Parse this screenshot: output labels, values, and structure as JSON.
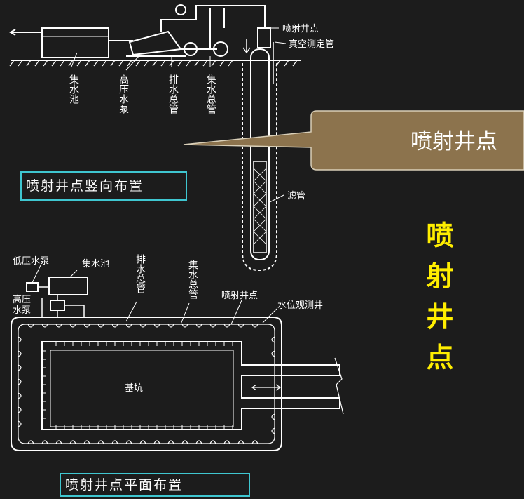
{
  "vertical": {
    "caption": "喷射井点竖向布置",
    "labels": {
      "jet_point": "喷射井点",
      "vacuum_pipe": "真空测定管",
      "sump": "集水池",
      "hp_pump": "高压水泵",
      "drain_main": "排水总管",
      "collect_main": "集水总管",
      "filter": "滤管"
    }
  },
  "plan": {
    "caption": "喷射井点平面布置",
    "labels": {
      "lp_pump": "低压水泵",
      "sump": "集水池",
      "hp_pump": "高压水泵",
      "drain_main": "排水总管",
      "collect_main": "集水总管",
      "jet_point": "喷射井点",
      "obs_well": "水位观测井",
      "pit": "基坑"
    }
  },
  "callout": {
    "text": "喷射井点",
    "color": "#8c734d"
  },
  "side_title": {
    "chars": [
      "喷",
      "射",
      "井",
      "点"
    ],
    "color": "#ffee00"
  },
  "caption_border_color": "#3fc6d0"
}
